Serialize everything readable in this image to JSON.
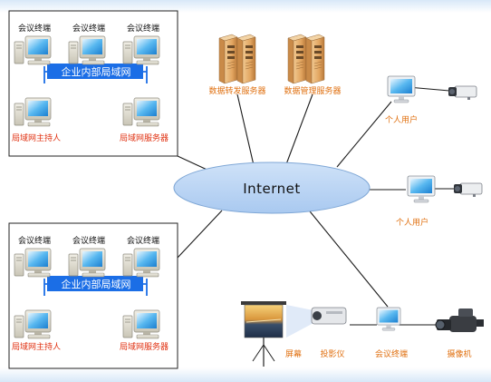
{
  "internet": {
    "label": "Internet"
  },
  "colors": {
    "cloud": "#b7d3f4",
    "lan_bar": "#1b6ee6",
    "label_red": "#e03010",
    "label_orange": "#e07010",
    "text_dark": "#111111"
  },
  "lan_top": {
    "title": "企业内部局域网",
    "terminals": [
      "会议终端",
      "会议终端",
      "会议终端"
    ],
    "host": "局域网主持人",
    "server": "局域网服务器"
  },
  "lan_bottom": {
    "title": "企业内部局域网",
    "terminals": [
      "会议终端",
      "会议终端",
      "会议终端"
    ],
    "host": "局域网主持人",
    "server": "局域网服务器"
  },
  "servers": {
    "relay": "数据转发服务器",
    "manage": "数据管理服务器"
  },
  "remote": {
    "user1": "个人用户",
    "user2": "个人用户",
    "screen": "屏幕",
    "projector": "投影仪",
    "terminal": "会议终端",
    "camera": "摄像机"
  }
}
